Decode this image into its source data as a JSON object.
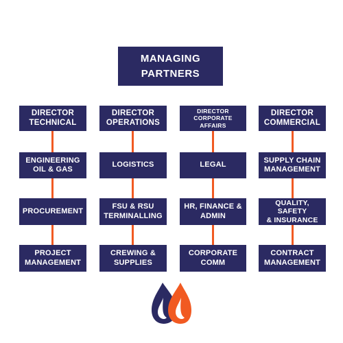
{
  "top": {
    "label": "MANAGING\nPARTNERS"
  },
  "columns": [
    {
      "director": "DIRECTOR\nTECHNICAL",
      "units": [
        "ENGINEERING\nOIL & GAS",
        "PROCUREMENT",
        "PROJECT\nMANAGEMENT"
      ]
    },
    {
      "director": "DIRECTOR\nOPERATIONS",
      "units": [
        "LOGISTICS",
        "FSU & RSU\nTERMINALLING",
        "CREWING &\nSUPPLIES"
      ]
    },
    {
      "director": "DIRECTOR\nCORPORATE\nAFFAIRS",
      "units": [
        "LEGAL",
        "HR, FINANCE &\nADMIN",
        "CORPORATE\nCOMM"
      ]
    },
    {
      "director": "DIRECTOR\nCOMMERCIAL",
      "units": [
        "SUPPLY CHAIN\nMANAGEMENT",
        "QUALITY, SAFETY\n& INSURANCE",
        "CONTRACT\nMANAGEMENT"
      ]
    }
  ],
  "colors": {
    "box": "#2b2a62",
    "connector": "#f15a22",
    "logo_left": "#2b2a62",
    "logo_right": "#f15a22"
  },
  "logo": {
    "icon": "twin-droplet-logo"
  }
}
